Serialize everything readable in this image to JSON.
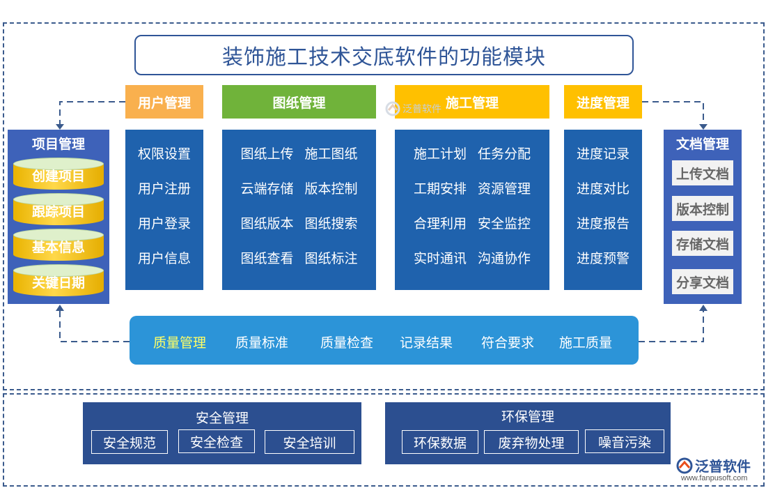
{
  "title": "装饰施工技术交底软件的功能模块",
  "headers": {
    "user": "用户管理",
    "drawing": "图纸管理",
    "construction": "施工管理",
    "progress": "进度管理"
  },
  "user_items": [
    "权限设置",
    "用户注册",
    "用户登录",
    "用户信息"
  ],
  "drawing_items": [
    [
      "图纸上传",
      "施工图纸"
    ],
    [
      "云端存储",
      "版本控制"
    ],
    [
      "图纸版本",
      "图纸搜索"
    ],
    [
      "图纸查看",
      "图纸标注"
    ]
  ],
  "construction_items": [
    [
      "施工计划",
      "任务分配"
    ],
    [
      "工期安排",
      "资源管理"
    ],
    [
      "合理利用",
      "安全监控"
    ],
    [
      "实时通讯",
      "沟通协作"
    ]
  ],
  "progress_items": [
    "进度记录",
    "进度对比",
    "进度报告",
    "进度预警"
  ],
  "project": {
    "title": "项目管理",
    "items": [
      "创建项目",
      "跟踪项目",
      "基本信息",
      "关键日期"
    ]
  },
  "docs": {
    "title": "文档管理",
    "items": [
      "上传文档",
      "版本控制",
      "存储文档",
      "分享文档"
    ]
  },
  "quality": {
    "title": "质量管理",
    "items": [
      "质量标准",
      "质量检查",
      "记录结果",
      "符合要求",
      "施工质量"
    ]
  },
  "safety": {
    "title": "安全管理",
    "items": [
      "安全规范",
      "安全检查",
      "安全培训"
    ]
  },
  "env": {
    "title": "环保管理",
    "items": [
      "环保数据",
      "废弃物处理",
      "噪音污染"
    ]
  },
  "watermark": {
    "center": "泛普软件",
    "logo": "泛普软件",
    "url": "www.fanpusoft.com"
  },
  "colors": {
    "user_header": "#f9b04e",
    "drawing_header": "#70b33a",
    "construction_header": "#ffc000",
    "progress_header": "#ffc000",
    "panel": "#1f62ad",
    "side_panel": "#3e62b9",
    "quality": "#2c94d8",
    "quality_title": "#ffff66",
    "bottom_box": "#2c4f90"
  }
}
